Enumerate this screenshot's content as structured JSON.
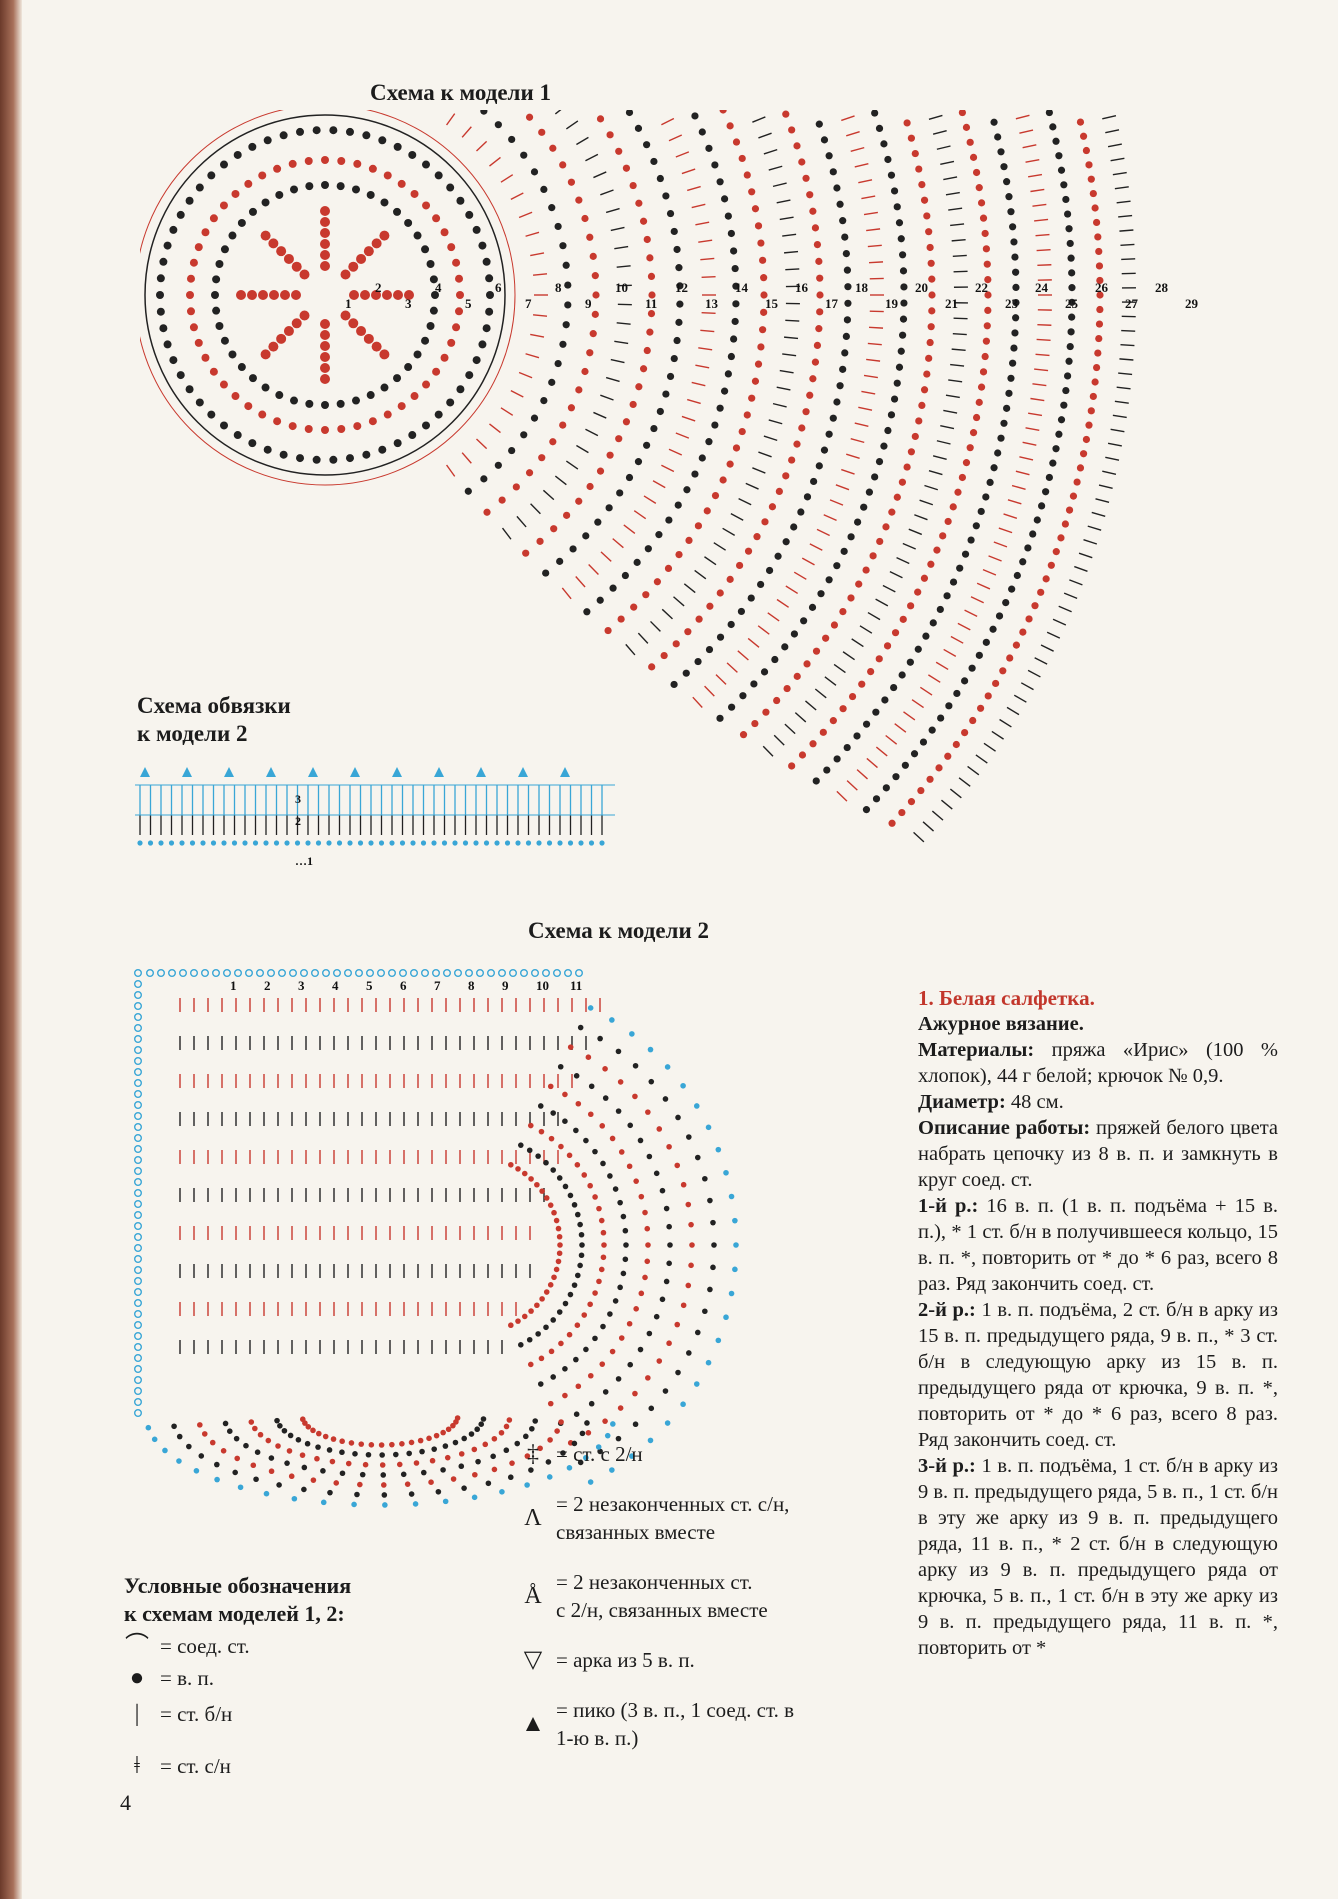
{
  "titles": {
    "model1": "Схема к модели 1",
    "border2": "Схема обвязки\nк модели 2",
    "model2": "Схема к модели 2"
  },
  "diagram_labels": {
    "m1_rows": [
      "1",
      "2",
      "3",
      "4",
      "5",
      "6",
      "7",
      "8",
      "9",
      "10",
      "11",
      "12",
      "13",
      "14",
      "15",
      "16",
      "17",
      "18",
      "19",
      "20",
      "21",
      "22",
      "23",
      "24",
      "25",
      "26",
      "27",
      "28",
      "29"
    ],
    "border_rows": [
      "3",
      "2",
      "…1"
    ],
    "m2_rows": [
      "1",
      "2",
      "3",
      "4",
      "5",
      "6",
      "7",
      "8",
      "9",
      "10",
      "11"
    ]
  },
  "legend": {
    "heading": "Условные обозначения\nк схемам моделей 1, 2:",
    "items_left": [
      {
        "icon": "slip-stitch-icon",
        "glyph": "⌒",
        "text": "= соед. ст."
      },
      {
        "icon": "chain-stitch-icon",
        "glyph": "●",
        "text": "= в. п."
      },
      {
        "icon": "single-crochet-icon",
        "glyph": "|",
        "text": "= ст. б/н"
      },
      {
        "icon": "double-crochet-icon",
        "glyph": "ǂ",
        "text": "= ст. с/н"
      }
    ],
    "items_right": [
      {
        "icon": "treble-crochet-icon",
        "glyph": "‡",
        "text": "= ст. с 2/н"
      },
      {
        "icon": "dc2tog-icon",
        "glyph": "Λ",
        "text": "= 2 незаконченных ст. с/н,\nсвязанных вместе"
      },
      {
        "icon": "tr2tog-icon",
        "glyph": "Å",
        "text": "= 2 незаконченных ст.\nс 2/н, связанных вместе"
      },
      {
        "icon": "arch-5-icon",
        "glyph": "▽",
        "text": "= арка из 5 в. п."
      },
      {
        "icon": "picot-icon",
        "glyph": "▲",
        "text": "= пико (3 в. п., 1 соед. ст. в\n1-ю в. п.)"
      }
    ]
  },
  "article": {
    "heading": "1. Белая салфетка.",
    "subheading": "Ажурное вязание.",
    "materials_label": "Материалы:",
    "materials": " пряжа «Ирис» (100 % хлопок), 44 г белой; крючок № 0,9.",
    "diameter_label": "Диаметр:",
    "diameter": " 48 см.",
    "desc_label": "Описание работы:",
    "desc": " пряжей белого цвета набрать цепочку из 8 в. п. и замкнуть в круг соед. ст.",
    "r1_label": "1-й р.:",
    "r1": " 16 в. п. (1 в. п. подъёма + 15 в. п.), * 1 ст. б/н в получившееся кольцо, 15 в. п. *, повторить от * до * 6 раз, всего 8 раз. Ряд закончить соед. ст.",
    "r2_label": "2-й р.:",
    "r2": " 1 в. п. подъёма, 2 ст. б/н в арку из 15 в. п. предыдущего ряда, 9 в. п., * 3 ст. б/н в следующую арку из 15 в. п. предыдущего ряда от крючка, 9 в. п. *, повторить от * до * 6 раз, всего 8 раз. Ряд закончить соед. ст.",
    "r3_label": "3-й р.:",
    "r3": " 1 в. п. подъёма, 1 ст. б/н в арку из 9 в. п. предыдущего ряда, 5 в. п., 1 ст. б/н в эту же арку из 9 в. п. предыдущего ряда, 11 в. п., * 2 ст. б/н в следующую арку из 9 в. п. предыдущего ряда от крючка, 5 в. п., 1 ст. б/н в эту же арку из 9 в. п. предыдущего ряда, 11 в. п. *, повторить от *"
  },
  "page_number": "4",
  "colors": {
    "red": "#c8392e",
    "black": "#222222",
    "blue": "#39a6d6"
  }
}
